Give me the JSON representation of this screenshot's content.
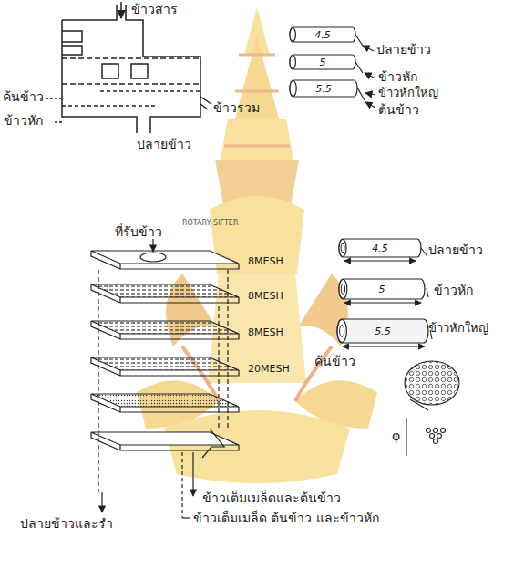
{
  "diagram": {
    "nodes": [
      {
        "text": [
          "4.5"
        ]
      },
      {
        "text": [
          "5"
        ]
      },
      {
        "text": [
          "5.5"
        ]
      },
      {
        "text": [
          "4.5"
        ]
      },
      {
        "text": [
          "5"
        ]
      },
      {
        "text": [
          "5.5"
        ]
      }
    ],
    "labels": [
      "ข้าวสาร",
      "ค้นข้าว",
      "ข้าวหัก",
      "ข้าวรวม",
      "ปลายข้าว",
      "ปลายข้าว",
      "ข้าวหัก",
      "ข้าวหักใหญ่",
      "ต้นข้าว",
      "ROTARY SIFTER",
      "ที่รับข้าว",
      "8MESH",
      "8MESH",
      "8MESH",
      "20MESH",
      "ข้าวเต็มเมล็ดและต้นข้าว",
      "ข้าวเต็มเมล็ด ต้นข้าว และข้าวหัก",
      "ปลายข้าวและรำ",
      "ปลายข้าว",
      "ข้าวหัก",
      "ข้าวหักใหญ่",
      "ค้นข้าว",
      "φ"
    ]
  }
}
